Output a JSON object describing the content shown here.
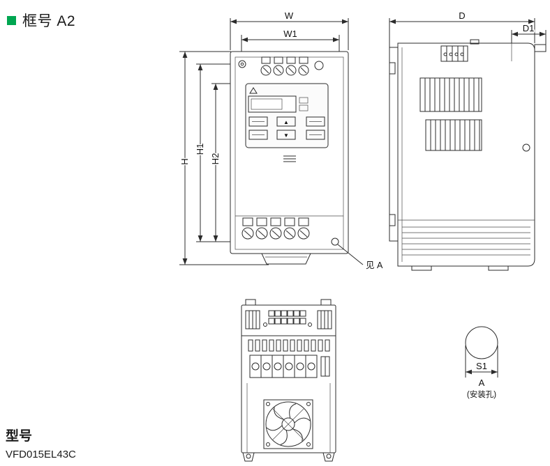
{
  "page": {
    "background": "#ffffff",
    "line_color": "#2b2b2b",
    "accent_green": "#00A651"
  },
  "header": {
    "title": "框号 A2"
  },
  "labels": {
    "W": "W",
    "W1": "W1",
    "H": "H",
    "H1": "H1",
    "H2": "H2",
    "D": "D",
    "D1": "D1",
    "S1": "S1",
    "see_a": "见 A",
    "hole_ref": "A",
    "hole_note": "(安装孔)",
    "up_arrow": "▲",
    "down_arrow": "▼"
  },
  "footer": {
    "model_label": "型号",
    "model_value": "VFD015EL43C"
  }
}
